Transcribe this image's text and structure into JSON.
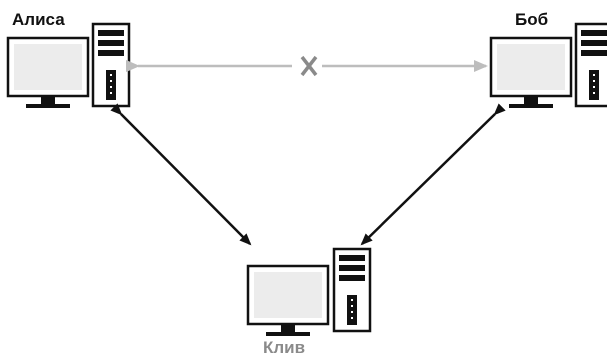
{
  "nodes": {
    "alice": {
      "label": "Алиса"
    },
    "bob": {
      "label": "Боб"
    },
    "clive": {
      "label": "Клив"
    }
  },
  "links": [
    {
      "from": "alice",
      "to": "bob",
      "style": "gray",
      "marker": "X"
    },
    {
      "from": "alice",
      "to": "clive",
      "style": "black",
      "marker": ""
    },
    {
      "from": "bob",
      "to": "clive",
      "style": "black",
      "marker": ""
    }
  ],
  "colors": {
    "line_dark": "#111111",
    "line_light": "#bdbdbd",
    "label_gray": "#8a8a8a"
  }
}
